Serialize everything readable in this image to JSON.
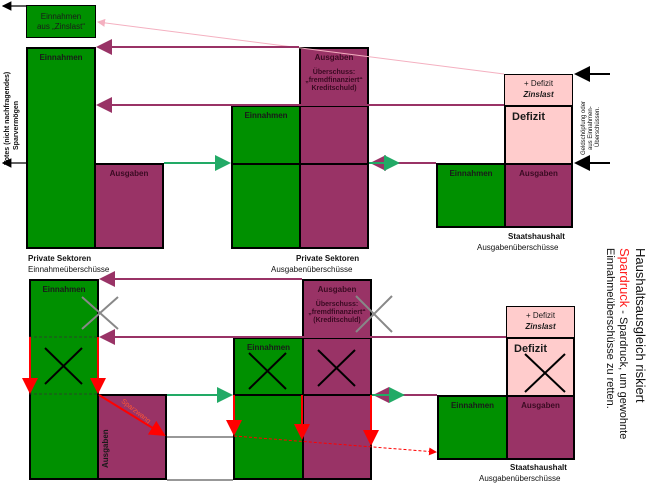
{
  "colors": {
    "income_green": "#009000",
    "expense_purple": "#993366",
    "deficit_pink": "#ffcccc",
    "flow_green": "#22aa66",
    "flow_purple": "#993366",
    "cut_red": "#ff0000"
  },
  "top": {
    "interest_income_box": {
      "line1": "Einnahmen",
      "line2": "aus „Zinslast“"
    },
    "private_left": {
      "income": "Einnahmen",
      "expense": "Ausgaben",
      "title": "Private Sektoren",
      "subtitle": "Einnahmeüberschüsse"
    },
    "private_middle": {
      "expense": "Ausgaben",
      "surplus_l1": "Überschuss:",
      "surplus_l2": "„fremdfinanziert“",
      "surplus_l3": "Kreditschuld)",
      "income": "Einnahmen",
      "title": "Private Sektoren",
      "subtitle": "Ausgabenüberschüsse"
    },
    "state": {
      "deficit_plus": "+ Defizit",
      "interest": "Zinslast",
      "deficit": "Defizit",
      "income": "Einnahmen",
      "expense": "Ausgaben",
      "title": "Staatshaushalt",
      "subtitle": "Ausgabenüberschüsse"
    },
    "left_side_note_l1": "Totes (nicht nachfragendes)",
    "left_side_note_l2": "Sparvermögen",
    "right_side_note_l1": "Geldschöpfung oder",
    "right_side_note_l2": "aus Einnahmen-",
    "right_side_note_l3": "Überschüssen."
  },
  "bottom": {
    "private_left": {
      "income": "Einnahmen",
      "expense": "Ausgaben",
      "cut_label": "Sparzwang"
    },
    "private_middle": {
      "expense": "Ausgaben",
      "surplus_l1": "Überschuss:",
      "surplus_l2": "„fremdfinanziert“",
      "surplus_l3": "(Kreditschuld)",
      "income": "Einnahmen"
    },
    "state": {
      "deficit_plus": "+ Defizit",
      "interest": "Zinslast",
      "deficit": "Defizit",
      "income": "Einnahmen",
      "expense": "Ausgaben",
      "title": "Staatshaushalt",
      "subtitle": "Ausgabenüberschüsse"
    }
  },
  "side_title": {
    "heading": "Haushaltsausgleich riskiert",
    "highlight": "Spardruck",
    "rest_l1": " - Spardruck, um gewohnte",
    "rest_l2": "Einnahmeüberschüsse zu retten."
  }
}
